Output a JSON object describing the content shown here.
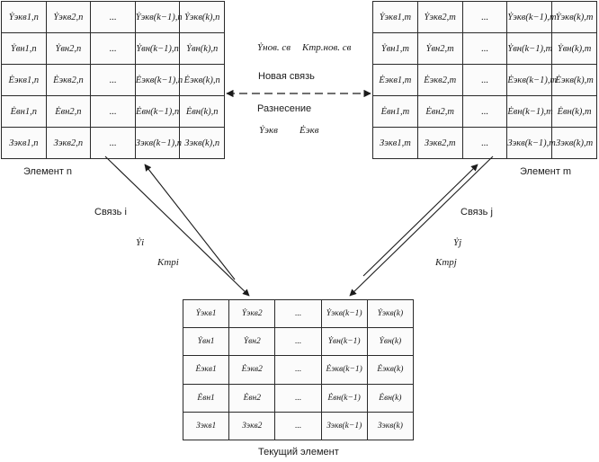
{
  "element_n": {
    "caption": "Элемент n",
    "rows": [
      [
        "Ẏэкв1,n",
        "Ẏэкв2,n",
        "...",
        "Ẏэкв(k−1),n",
        "Ẏэкв(k),n"
      ],
      [
        "Ẏвн1,n",
        "Ẏвн2,n",
        "...",
        "Ẏвн(k−1),n",
        "Ẏвн(k),n"
      ],
      [
        "Ėэкв1,n",
        "Ėэкв2,n",
        "...",
        "Ėэкв(k−1),n",
        "Ėэкв(k),n"
      ],
      [
        "Ėвн1,n",
        "Ėвн2,n",
        "...",
        "Ėвн(k−1),n",
        "Ėвн(k),n"
      ],
      [
        "Зэкв1,n",
        "Зэкв2,n",
        "...",
        "Зэкв(k−1),n",
        "Зэкв(k),n"
      ]
    ]
  },
  "element_m": {
    "caption": "Элемент m",
    "rows": [
      [
        "Ẏэкв1,m",
        "Ẏэкв2,m",
        "...",
        "Ẏэкв(k−1),m",
        "Ẏэкв(k),m"
      ],
      [
        "Ẏвн1,m",
        "Ẏвн2,m",
        "...",
        "Ẏвн(k−1),m",
        "Ẏвн(k),m"
      ],
      [
        "Ėэкв1,m",
        "Ėэкв2,m",
        "...",
        "Ėэкв(k−1),m",
        "Ėэкв(k),m"
      ],
      [
        "Ėвн1,m",
        "Ėвн2,m",
        "...",
        "Ėвн(k−1),m",
        "Ėвн(k),m"
      ],
      [
        "Зэкв1,m",
        "Зэкв2,m",
        "...",
        "Зэкв(k−1),m",
        "Зэкв(k),m"
      ]
    ]
  },
  "current_element": {
    "caption": "Текущий элемент",
    "rows": [
      [
        "Ẏэкв1",
        "Ẏэкв2",
        "...",
        "Ẏэкв(k−1)",
        "Ẏэкв(k)"
      ],
      [
        "Ẏвн1",
        "Ẏвн2",
        "...",
        "Ẏвн(k−1)",
        "Ẏвн(k)"
      ],
      [
        "Ėэкв1",
        "Ėэкв2",
        "...",
        "Ėэкв(k−1)",
        "Ėэкв(k)"
      ],
      [
        "Ėвн1",
        "Ėвн2",
        "...",
        "Ėвн(k−1)",
        "Ėвн(k)"
      ],
      [
        "Зэкв1",
        "Зэкв2",
        "...",
        "Зэкв(k−1)",
        "Зэкв(k)"
      ]
    ]
  },
  "center": {
    "y_new_link": "Ẏнов. св",
    "k_new_link": "Kтр.нов. св",
    "new_link_label": "Новая связь",
    "split_label": "Разнесение",
    "y_equiv": "Ẏэкв",
    "e_equiv": "Ėэкв"
  },
  "link_i": {
    "label": "Связь i",
    "y": "Ẏi",
    "k": "Kтрi"
  },
  "link_j": {
    "label": "Связь j",
    "y": "Ẏj",
    "k": "Kтрj"
  },
  "colors": {
    "line": "#1b1b1b",
    "cell_border": "#2a2a2a",
    "background": "#ffffff"
  }
}
